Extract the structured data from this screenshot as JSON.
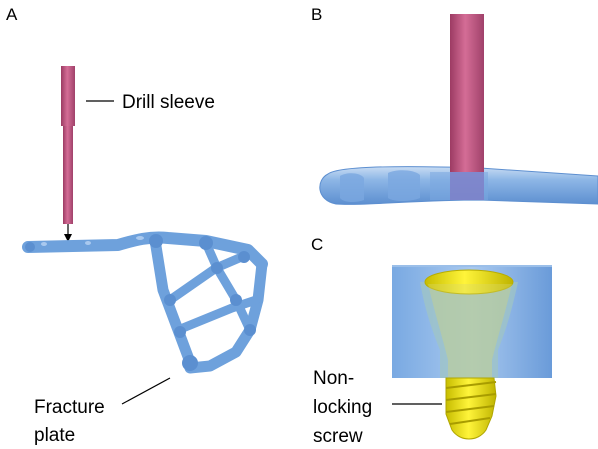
{
  "panels": {
    "a": {
      "letter": "A"
    },
    "b": {
      "letter": "B"
    },
    "c": {
      "letter": "C"
    }
  },
  "labels": {
    "drill_sleeve": "Drill sleeve",
    "fracture_plate_line1": "Fracture",
    "fracture_plate_line2": "plate",
    "screw_line1": "Non-",
    "screw_line2": "locking",
    "screw_line3": "screw"
  },
  "colors": {
    "sleeve": "#c4557f",
    "plate": "#6ea1dc",
    "screw": "#e8e21e"
  }
}
